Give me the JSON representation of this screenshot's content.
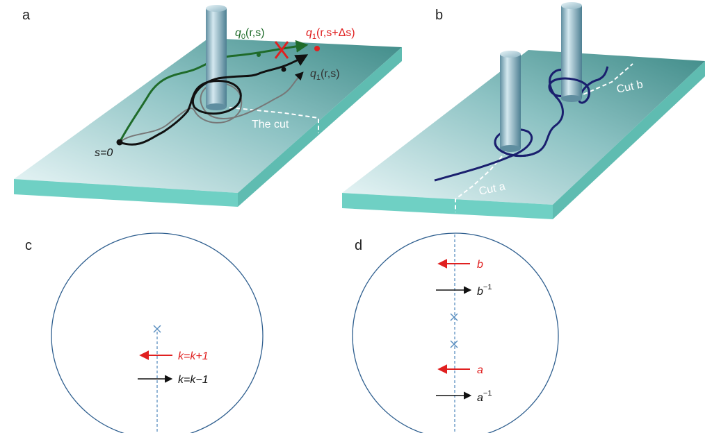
{
  "panels": {
    "a": {
      "letter": "a",
      "label_q0": "q",
      "label_q0_sub": "0",
      "label_q0_args": "(r,s)",
      "label_q1_red": "q",
      "label_q1_red_sub": "1",
      "label_q1_red_args": "(r,s+Δs)",
      "label_q1_gray": "q",
      "label_q1_gray_sub": "1",
      "label_q1_gray_args": "(r,s)",
      "label_start": "s=0",
      "label_cut": "The cut"
    },
    "b": {
      "letter": "b",
      "label_cut_a": "Cut a",
      "label_cut_b": "Cut b"
    },
    "c": {
      "letter": "c",
      "arrow_red_label": "k=k+1",
      "arrow_black_label": "k=k−1"
    },
    "d": {
      "letter": "d",
      "arrow_b_label": "b",
      "arrow_binv_label": "b",
      "arrow_binv_sup": "−1",
      "arrow_a_label": "a",
      "arrow_ainv_label": "a",
      "arrow_ainv_sup": "−1"
    }
  },
  "colors": {
    "plate_top_light": "#e8f4f6",
    "plate_top_dark": "#4f9a98",
    "plate_side": "#6fd0c4",
    "pillar": "#8fb8c8",
    "green_path": "#1f6b2a",
    "black_path": "#111111",
    "gray_path": "#777777",
    "blue_path": "#1a1f6e",
    "red": "#e02020",
    "circle": "#2f5f8f",
    "dashed_axis": "#5b8fc0"
  }
}
